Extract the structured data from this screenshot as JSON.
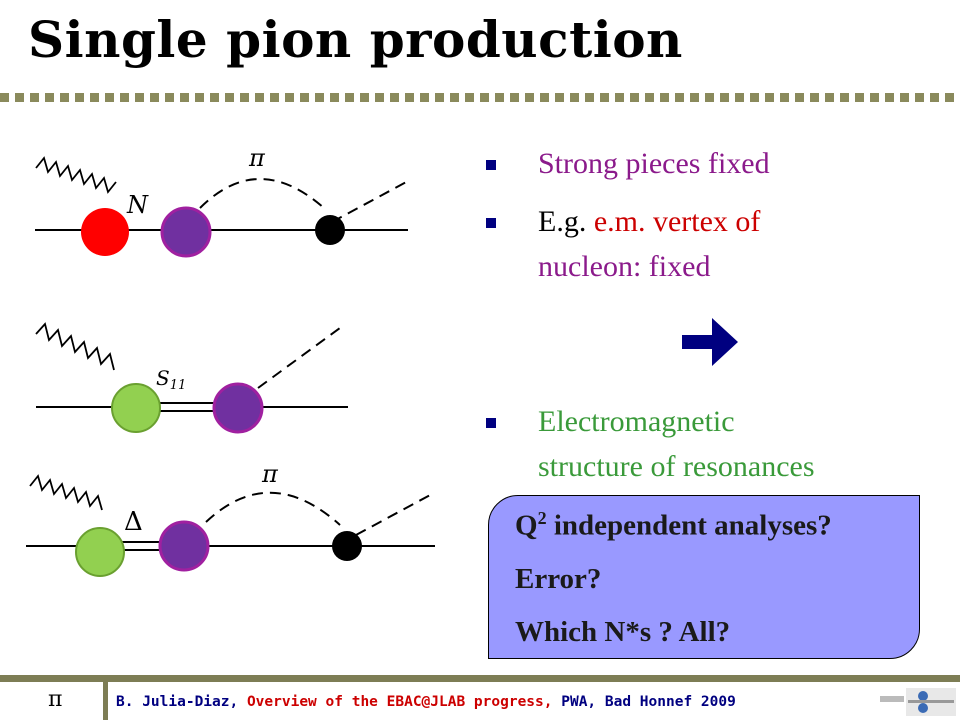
{
  "title": "Single pion production",
  "diagrams": {
    "d1": {
      "pi": "π",
      "n": "N"
    },
    "d2": {
      "s11": "S",
      "s11_sub": "11"
    },
    "d3": {
      "pi": "π",
      "delta": "Δ"
    }
  },
  "bullets": [
    {
      "parts": [
        {
          "text": "Strong pieces fixed",
          "color": "#8b1a8b"
        }
      ]
    },
    {
      "parts": [
        {
          "text": "E.g. ",
          "color": "#000000"
        },
        {
          "text": "e.m. vertex of",
          "color": "#cc0000"
        }
      ]
    },
    {
      "parts": [
        {
          "text": "nucleon: fixed",
          "color": "#8b1a8b"
        }
      ]
    },
    {
      "parts": [
        {
          "text": "Electromagnetic",
          "color": "#3a9a3a"
        }
      ]
    },
    {
      "parts": [
        {
          "text": "structure of resonances",
          "color": "#3a9a3a"
        }
      ]
    }
  ],
  "box": {
    "line1_pre": "Q",
    "line1_sup": "2",
    "line1_post": " independent analyses?",
    "line2": "Error?",
    "line3": "Which N*s ? All?",
    "color": "#9999ff"
  },
  "footer": {
    "pi": "π",
    "author": "B. Julia-Diaz, ",
    "talk": "Overview of the EBAC@JLAB progress,",
    "event": " PWA, Bad Honnef 2009",
    "accent": "#7d7d55",
    "red": "#cc0000"
  },
  "colors": {
    "red": "#ff0000",
    "purple": "#7030a0",
    "green": "#92d050",
    "arrow": "#000080"
  }
}
